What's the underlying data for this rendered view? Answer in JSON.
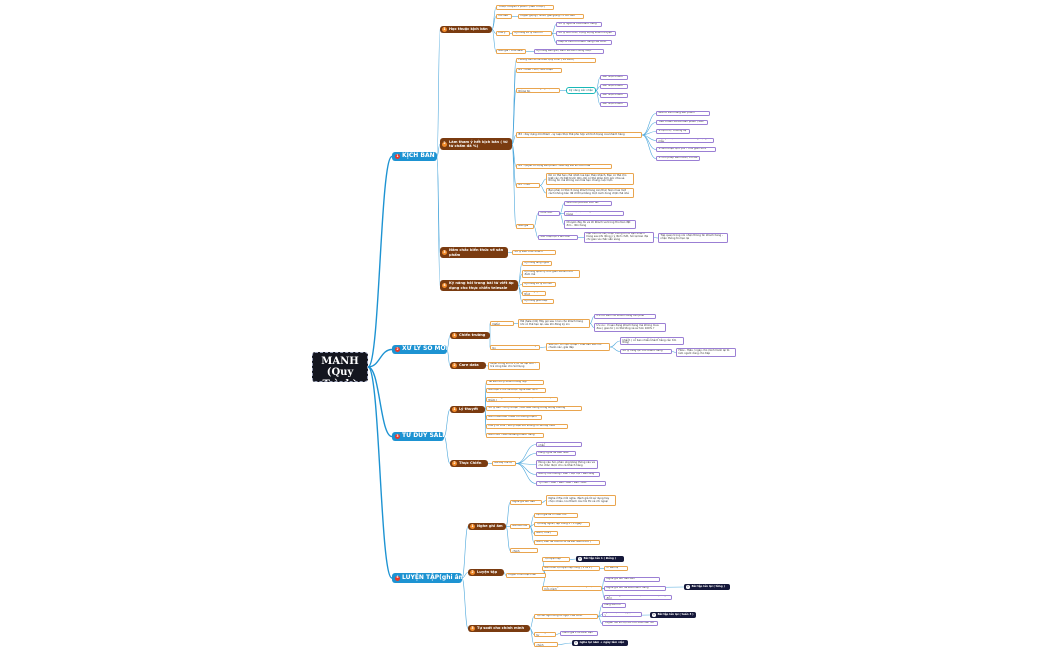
{
  "root": {
    "title": "SALE MANH\n(Quy Trình)"
  },
  "branches": [
    {
      "num": "1",
      "label": "KỊCH BẢN"
    },
    {
      "num": "2",
      "label": "XỬ LÝ SỐ MỚI"
    },
    {
      "num": "3",
      "label": "TƯ DUY SALE"
    },
    {
      "num": "4",
      "label": "LUYỆN TẬP(ghi âm)"
    }
  ],
  "sub": [
    {
      "num": "1",
      "label": "Học thuộc kịch bản"
    },
    {
      "num": "2",
      "label": "Làm tham ý hết kịch bản ( từ từ chấm đã %)"
    },
    {
      "num": "3",
      "label": "Nắm chắc kiến thức về sản phẩm"
    },
    {
      "num": "4",
      "label": "Kỹ năng hỏi trong bài từ viết áp dụng cho thực chiến telesale"
    },
    {
      "num": "1",
      "label": "Chiến trường"
    },
    {
      "num": "2",
      "label": "Care data"
    },
    {
      "num": "1",
      "label": "Lý thuyết"
    },
    {
      "num": "2",
      "label": "Thực Chiến"
    },
    {
      "num": "1",
      "label": "Nghe ghi âm"
    },
    {
      "num": "2",
      "label": "Luyện tập"
    },
    {
      "num": "3",
      "label": "Tự soát cho chính mình"
    }
  ],
  "leaves": [
    "Thuộc chuyên 3 phần - (Sau Thuộc)",
    "Mở đầu",
    "Luyện giọng / nhấn, giải giọng...3 mở đầu",
    "Lưu ý",
    "Kỹ năng xử lý câu nói",
    "Xử lý ngắn & của khách hàng",
    "Xử lý tình hình, trọng lượng khách truyện",
    "Đáp từ câu nói khách hàng của mình",
    "Bảo giá - chốt sale",
    "Kỹ năng báo giá / bám và dẫn chúng được",
    "Hướng dẫn số dễ theo Quy trình ( 10 bước)",
    "B1 : Chào - Xin / Giới thiệu",
    "B2 : Tư vấn - lắng nghe / hỏi thông tin",
    "Kỹ năng xác nhận",
    "xác nhận khách",
    "xác nhận khách",
    "xác nhận khách",
    "xác nhận khách",
    "B3 : Xây dựng mối thảm - Lý luận thực thể phù hợp với tình trạng của khách hàng",
    "Giải tư vấn mang sản phẩm",
    "Tiêu chuẩn và tiến sản phẩm / bảo",
    "+ Định vị , thương vệ",
    "+ Quyết định mua 60% - Dung lượng mẫu",
    "+ Giới thiệu dịch phí - Thời gian 20%",
    "+ Cho phép Bảo hành/ Ưu đãi",
    "B4 : Quyết tư dụng sản phẩm - Bảo lấy vết sở hữu mua",
    "B5 : chốt",
    "Nó có thể hạn chế nhất của bạn thân khách. Bạn có thể cho biết các chi tiết trước đơn, Nó có thể phân tích góc chia sẻ thông tin mà không cần hứa hẹn chung cuộc hẹn",
    "Bạn phải có thể rõ ràng khách hàng cần thực hiện mua một cách không bán để chốt lại bằng một cách dùng chặt chẽ nhé",
    "Báo giá",
    "Chốt đơn",
    "Giải tỏa Quá Bất Đốn tác",
    "Xác nhận lại thông tin mua của Khách hàng",
    "Chuyển đầy đủ về lời Khách về trong thủ tiền đặt đơn - đơn hàng",
    "Xác nhận lại 1 lần nữa",
    "Đặt câu hỏi xác nhận thông tin từ bạn khách hàng sau khi đồng ý ý định chốt, hỏi lại bảo địa chỉ giao và chắc sẵn sàng",
    "Tập quan trọng nói nhận thông tin khách hàng - nhận thông tin hẹn lại",
    "Xử lý kiến thức khách",
    "Kỹ năng lắng nghe",
    "Kỹ năng quản lý thời gian và tâm thu đam mê",
    "Kỹ năng xử lý từ chối",
    "Kỹ năng lý thụt",
    "Kỹ năng giao tiếp",
    "Mở (Sale Data)",
    "Để (Sale mới) Hãy gọi sau 1 lần cho khách hàng khi có thể hẹn lại, sau khi đăng ký xin",
    "Ưu chỉ bán cho khách hàng cần phải",
    "Ưu ưu : Vì sao đang khách hàng mà không mua đau ( giao từ ) có thể tổng xé sử hơn 100% ?",
    "Thời câu hỏi mở - khai thác thông tin",
    "Sau đó - tổ chức thuật - triết vấn xét cho chuẩn xác, giải đáp",
    "Xử lý dung như 1 ngày cũng tự hỏi mình khách ( có bao nhiêu khách hàng cần tìm thấy)",
    "Xử lý Tăng lực cho Khách hàng",
    "Hiểu - Hiểu / ngày cho mình hành lại tỏ làm người dùng cho tiếp",
    "Nhận trong khi tổ 1 từ đủ đại tính - trả cũng bản cho Sử Dụng",
    "Tài sản Xử lý Khách hàng hợp",
    "Bán bạn 1 khi đề Được nghe Bán dịch",
    "Bên hưởng đến vẫn lòng với 80% ( Đám với hai) thêm )",
    "Xử lý tiền - đồ lý thuận , tiết điều lương trong lượng thường",
    "Bán nhiều bao nhiêu Xử dưỡng mạnh",
    "Lưu ý từ chối , lưu lý luận khi không có về hay mua",
    "Bán chốt - bảo đá sang khách hàng",
    "Ra đây mà tự",
    "Dùng điều khiển tiền - Bảo nhận",
    "Lắng nghe để Bảo hiểu",
    "Đúng câu hỏi, phản ứng bằng thông câu và cho chắc được cho cả Khách hàng",
    "Bảo lý lưu hướng - Đến - Gọi Hội - Bán lãng",
    "Tỷ chức - Bảo - Bảo - Bảo - Bảo - Bảo",
    "Nghe ghi âm đầu",
    "Nghe ở file mới nghe, đánh giá lời sử dụng hay chọn nhiều, lưu thành câu hỏi thi về chỉ ngoại",
    "Bài tiến lưu",
    "Định giá về 1 chiếc mở",
    "Tự lắng nghe / lập trong 3 - 5 ngày",
    "Bán ( Hoá )",
    "Bán ( bán để của tôi từ về kết điều trước )",
    "Bán bán lưu chinh",
    "Luyện ở kế hoạch lần",
    "Tự luyện tập",
    "Bài tập lần 1 ( Đồng )",
    "Bản thân tự luyện tập cùng ( 1 vs 1 )",
    "Ở Bản tặ",
    "Nghe file ghi âm của mình, bản ý luận hơn mình",
    "Nghe ghi âm đầu tiên",
    "Nghe ghi âm để sửa khách hàng",
    "Nghe file ghi âm nửa lưu lại chính mình ( thay đổi )",
    "Bài tập lần lại ( từng )",
    "Tự cần nghĩ từng lời ngọc của mình",
    "Lắng bản nở",
    "Tỷ và 2 tạo khi ( gặp nhau )",
    "Truyền lưu so nội đối cho thao đến nói",
    "Bài tập lần lại ( tuần 3 )",
    "Đánh giá lưu tự",
    "Đánh giá 1 là đánh bận",
    "Lưu bản nửa chính",
    "nghe lại năm + ngày làm việc"
  ],
  "colors": {
    "accent": "#1d93d2",
    "branch": "#7a3b10",
    "badge_red": "#e8392b",
    "badge_orange": "#f08a2a",
    "root_bg": "#14161f",
    "leaf_border": "#e9a54f",
    "leaf_border_alt": "#9b7fd4",
    "highlight": "#19b8b8",
    "link": "#4ea8dc"
  }
}
